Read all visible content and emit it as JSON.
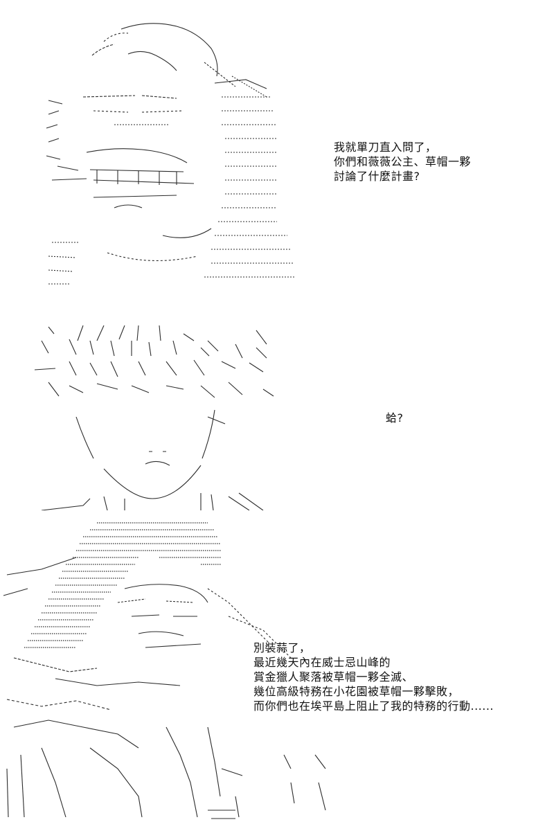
{
  "panels": [
    {
      "art": "ascii-art-character-grinning",
      "dialogue": [
        "我就單刀直入問了，",
        "你們和薇薇公主、草帽一夥",
        "討論了什麼計畫?"
      ]
    },
    {
      "art": "ascii-art-boy-surprised",
      "dialogue": [
        "蛤?"
      ]
    },
    {
      "art": "ascii-art-figure-with-hat",
      "dialogue": [
        "別裝蒜了，",
        "最近幾天內在威士忌山峰的",
        "賞金獵人聚落被草帽一夥全滅、",
        "幾位高級特務在小花園被草帽一夥擊敗，",
        "而你們也在埃平島上阻止了我的特務的行動......"
      ]
    }
  ],
  "colors": {
    "ink": "#111111",
    "art_ink": "#2b2b2b",
    "background": "#ffffff"
  }
}
